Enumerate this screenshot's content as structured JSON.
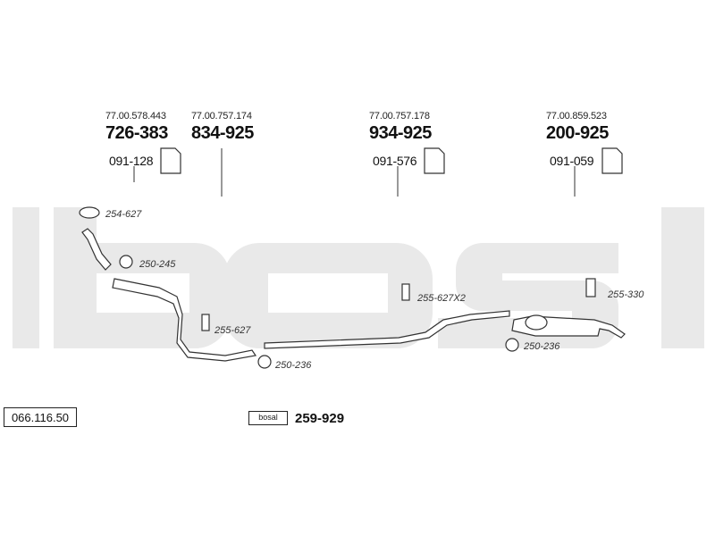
{
  "catalog_number": "066.116.50",
  "brand_watermark": "bosal",
  "kit": {
    "badge": "bosal",
    "code": "259-929"
  },
  "groups": [
    {
      "oe_ref": "77.00.578.443",
      "part_no": "726-383",
      "mount_no": "091-128"
    },
    {
      "oe_ref": "77.00.757.174",
      "part_no": "834-925",
      "mount_no": ""
    },
    {
      "oe_ref": "77.00.757.178",
      "part_no": "934-925",
      "mount_no": "091-576"
    },
    {
      "oe_ref": "77.00.859.523",
      "part_no": "200-925",
      "mount_no": "091-059"
    }
  ],
  "fittings": {
    "gasket_front": "254-627",
    "clamp_1": "250-245",
    "hanger_1": "255-627",
    "clamp_2": "250-236",
    "hanger_middle": "255-627X2",
    "clamp_rear": "250-236",
    "hanger_rear": "255-330"
  }
}
